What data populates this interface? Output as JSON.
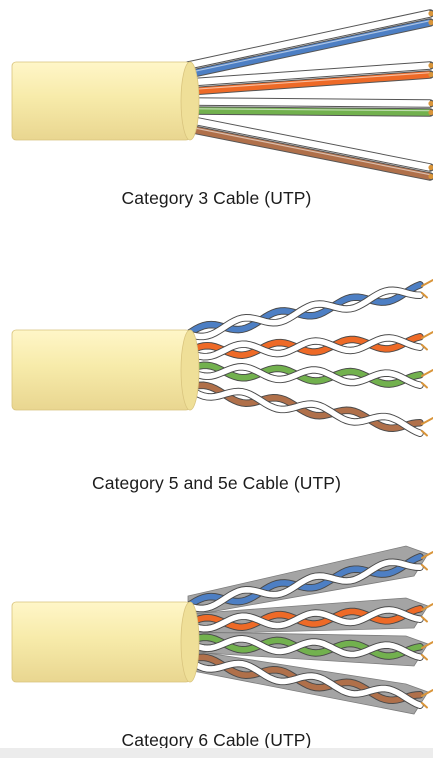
{
  "diagrams": [
    {
      "caption": "Category 3 Cable (UTP)",
      "style": "straight",
      "shield": false
    },
    {
      "caption": "Category 5 and 5e Cable (UTP)",
      "style": "twisted",
      "shield": false
    },
    {
      "caption": "Category 6 Cable (UTP)",
      "style": "twisted",
      "shield": true
    }
  ],
  "colors": {
    "jacket": "#f7ebaa",
    "jacket_shade": "#d9c47e",
    "blue": "#4d7fc4",
    "orange": "#ee6a27",
    "green": "#72b14e",
    "brown": "#b0704a",
    "white_wire": "#ffffff",
    "copper": "#d9953a",
    "separator": "#8a8a8a"
  },
  "pairs": [
    "blue",
    "orange",
    "green",
    "brown"
  ]
}
